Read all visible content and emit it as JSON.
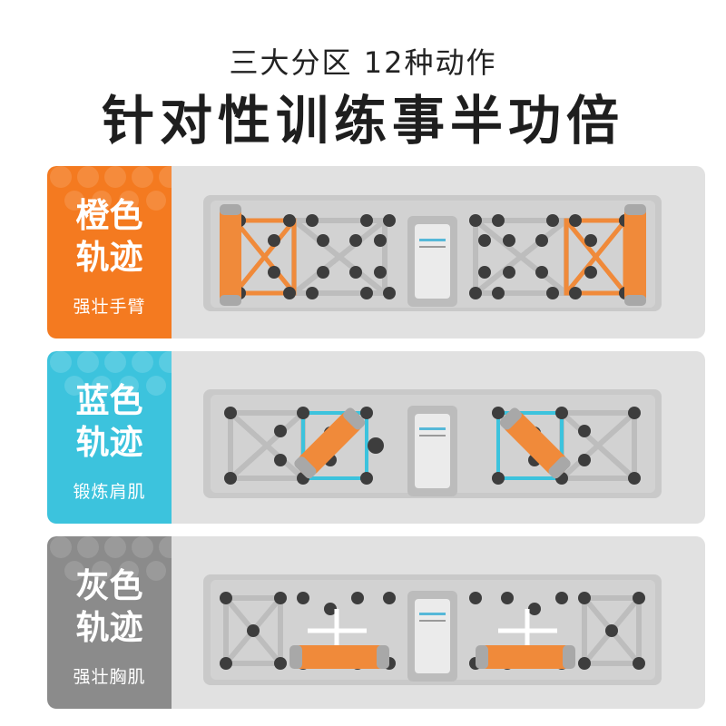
{
  "header": {
    "subtitle": "三大分区 12种动作",
    "headline": "针对性训练事半功倍"
  },
  "panels": [
    {
      "title_line1": "橙色",
      "title_line2": "轨迹",
      "sub": "强壮手臂",
      "color": "#f47a20"
    },
    {
      "title_line1": "蓝色",
      "title_line2": "轨迹",
      "sub": "锻炼肩肌",
      "color": "#3cc3dd"
    },
    {
      "title_line1": "灰色",
      "title_line2": "轨迹",
      "sub": "强壮胸肌",
      "color": "#8b8b8b"
    }
  ],
  "colors": {
    "handle_orange": "#f08a3a",
    "board_gray": "#cfcfcf",
    "panel_bg": "#e1e1e1"
  }
}
